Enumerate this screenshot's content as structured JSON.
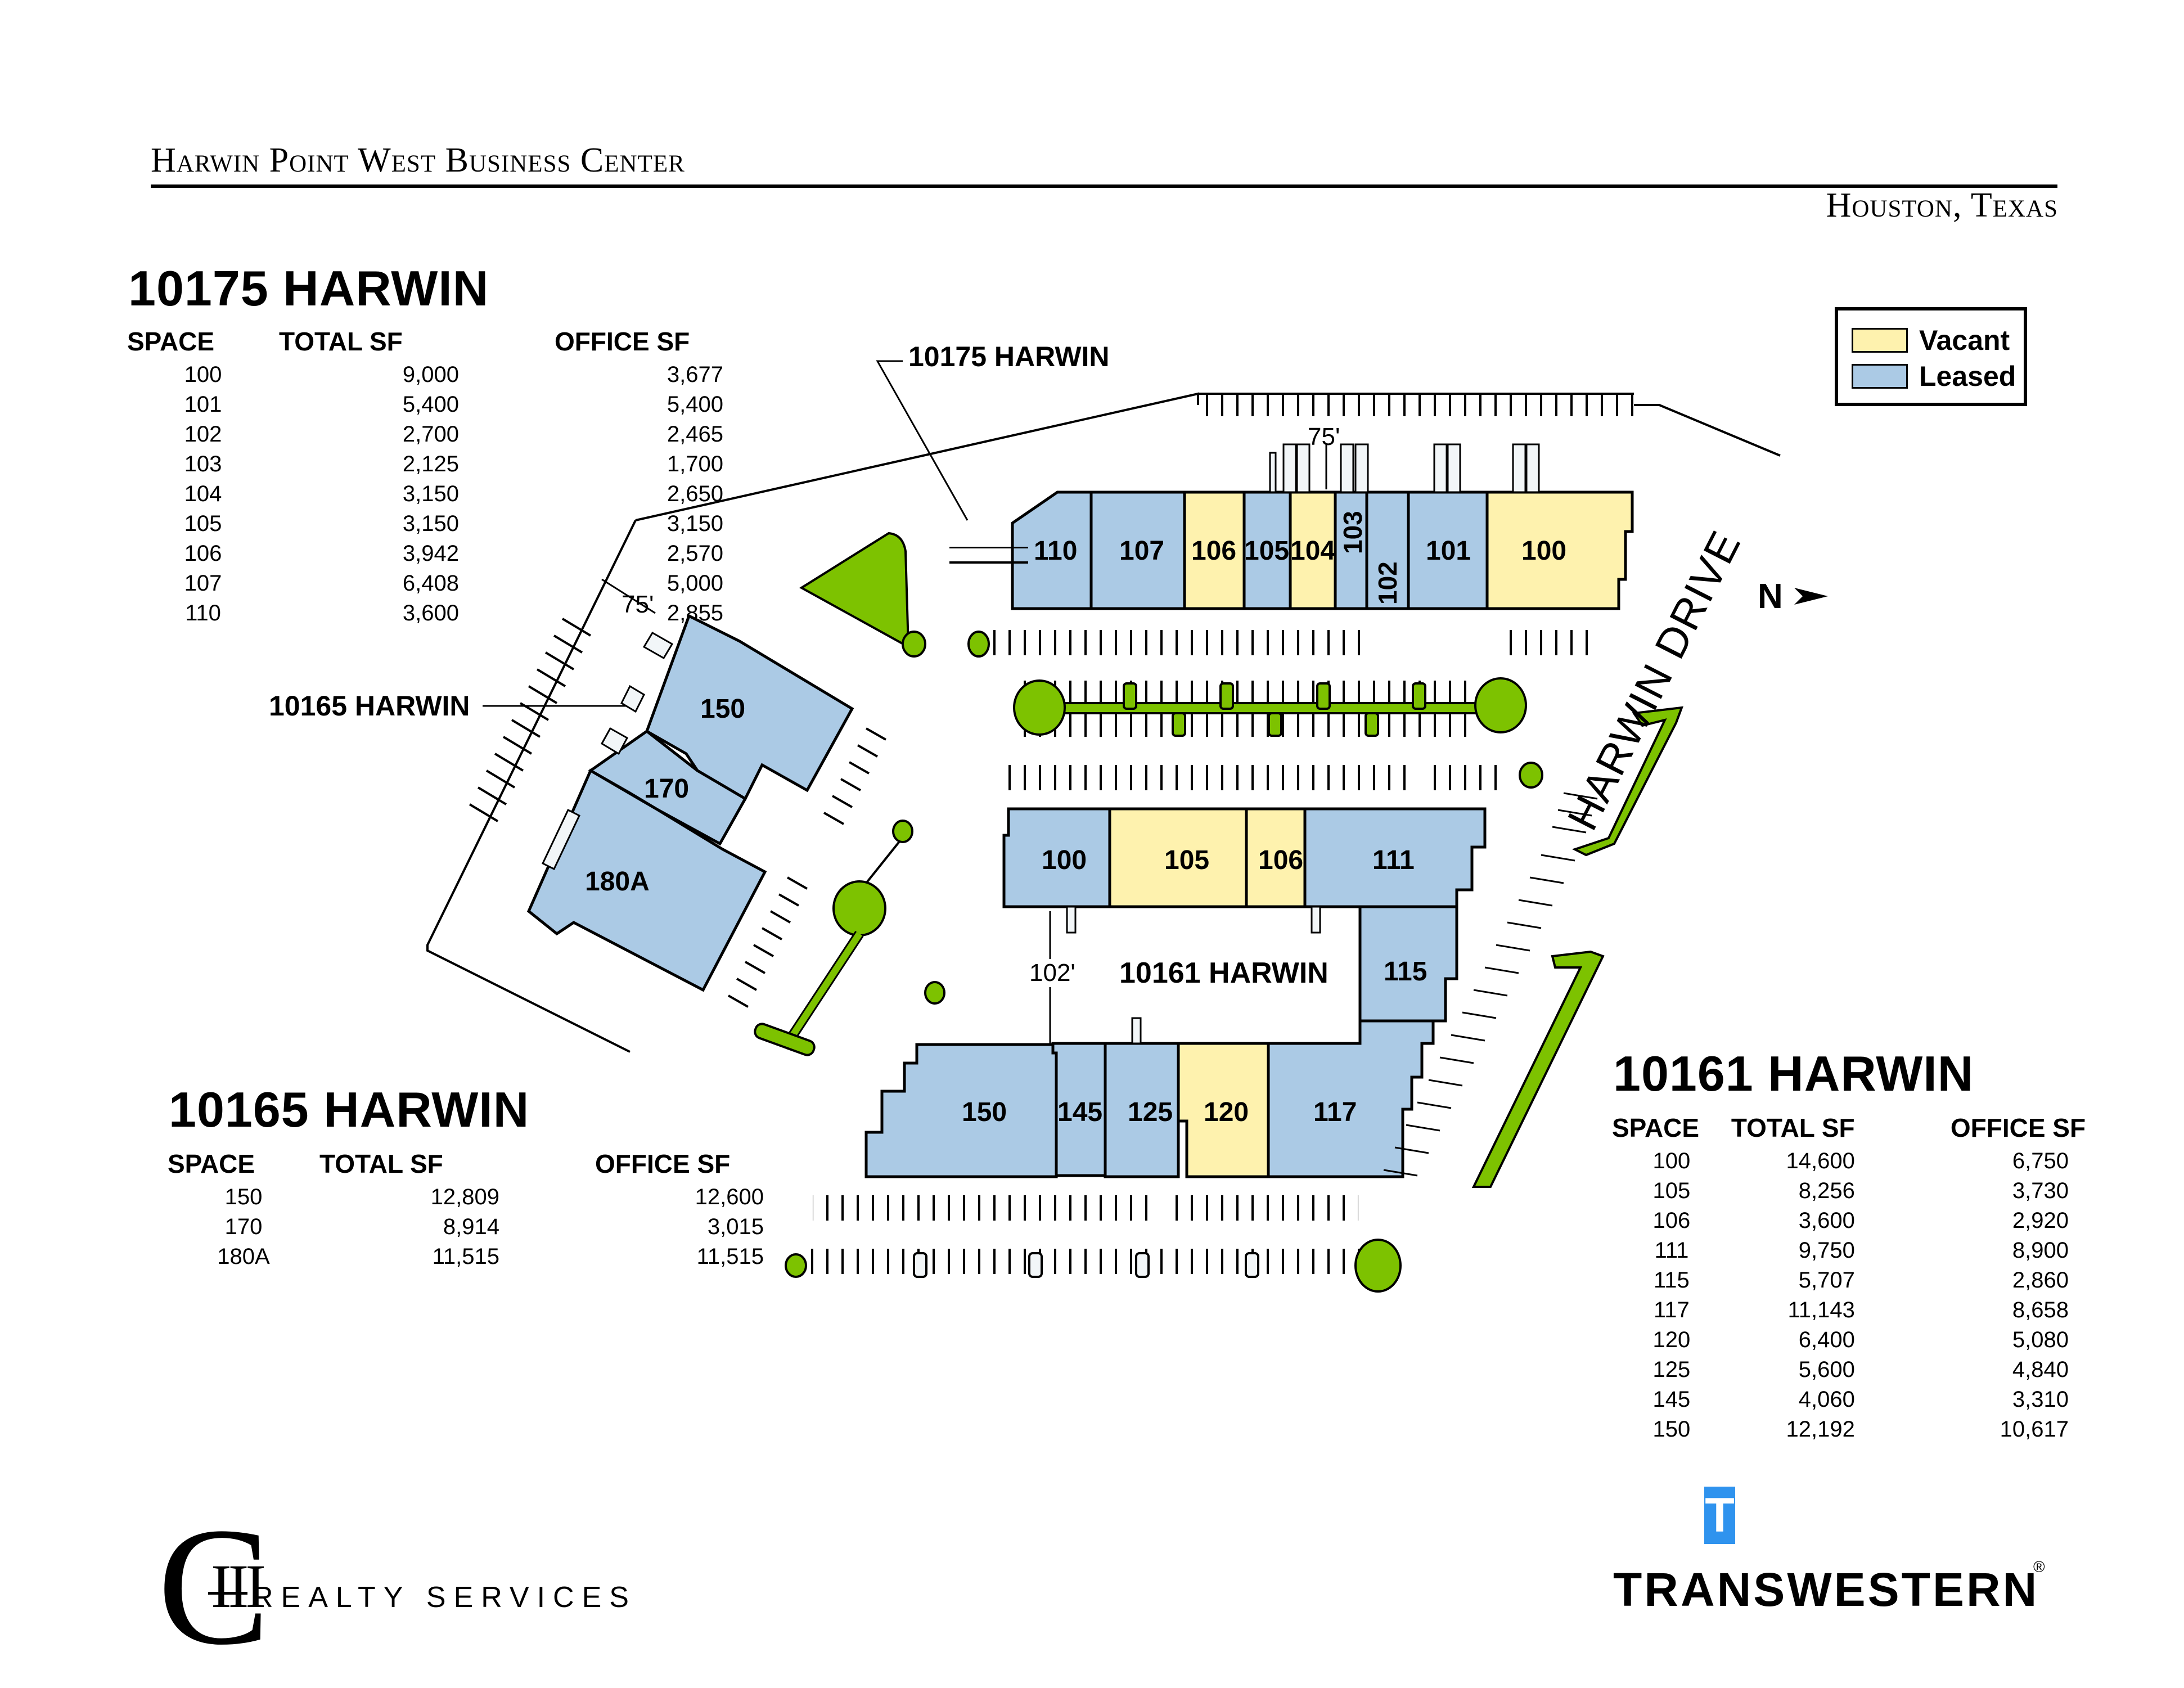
{
  "header": {
    "title": "Harwin Point West Business Center",
    "location": "Houston, Texas"
  },
  "legend": {
    "items": [
      {
        "label": "Vacant",
        "color": "#FEF2AE"
      },
      {
        "label": "Leased",
        "color": "#ABCAE5"
      }
    ]
  },
  "colors": {
    "vacant": "#FEF2AE",
    "leased": "#ABCAE5",
    "landscape": "#7DC200",
    "outline": "#000000",
    "brand_blue": "#2F93EE"
  },
  "tables": {
    "b10175": {
      "title": "10175 HARWIN",
      "headers": [
        "SPACE",
        "TOTAL SF",
        "OFFICE SF"
      ],
      "rows": [
        [
          "100",
          "9,000",
          "3,677"
        ],
        [
          "101",
          "5,400",
          "5,400"
        ],
        [
          "102",
          "2,700",
          "2,465"
        ],
        [
          "103",
          "2,125",
          "1,700"
        ],
        [
          "104",
          "3,150",
          "2,650"
        ],
        [
          "105",
          "3,150",
          "3,150"
        ],
        [
          "106",
          "3,942",
          "2,570"
        ],
        [
          "107",
          "6,408",
          "5,000"
        ],
        [
          "110",
          "3,600",
          "2,855"
        ]
      ]
    },
    "b10165": {
      "title": "10165 HARWIN",
      "headers": [
        "SPACE",
        "TOTAL SF",
        "OFFICE SF"
      ],
      "rows": [
        [
          "150",
          "12,809",
          "12,600"
        ],
        [
          "170",
          "8,914",
          "3,015"
        ],
        [
          "180A",
          "11,515",
          "11,515"
        ]
      ]
    },
    "b10161": {
      "title": "10161 HARWIN",
      "headers": [
        "SPACE",
        "TOTAL SF",
        "OFFICE SF"
      ],
      "rows": [
        [
          "100",
          "14,600",
          "6,750"
        ],
        [
          "105",
          "8,256",
          "3,730"
        ],
        [
          "106",
          "3,600",
          "2,920"
        ],
        [
          "111",
          "9,750",
          "8,900"
        ],
        [
          "115",
          "5,707",
          "2,860"
        ],
        [
          "117",
          "11,143",
          "8,658"
        ],
        [
          "120",
          "6,400",
          "5,080"
        ],
        [
          "125",
          "5,600",
          "4,840"
        ],
        [
          "145",
          "4,060",
          "3,310"
        ],
        [
          "150",
          "12,192",
          "10,617"
        ]
      ]
    }
  },
  "siteplan": {
    "labels": {
      "b10175": "10175  HARWIN",
      "b10165": "10165  HARWIN",
      "b10161": "10161  HARWIN",
      "street": "HARWIN DRIVE",
      "north": "N",
      "dim_75_top": "75'",
      "dim_75_left": "75'",
      "dim_102": "102'"
    },
    "b10175_units": [
      {
        "id": "110",
        "status": "leased"
      },
      {
        "id": "107",
        "status": "leased"
      },
      {
        "id": "106",
        "status": "vacant"
      },
      {
        "id": "105",
        "status": "leased"
      },
      {
        "id": "104",
        "status": "vacant"
      },
      {
        "id": "103",
        "status": "leased"
      },
      {
        "id": "102",
        "status": "leased"
      },
      {
        "id": "101",
        "status": "leased"
      },
      {
        "id": "100",
        "status": "vacant"
      }
    ],
    "b10165_units": [
      {
        "id": "150",
        "status": "leased"
      },
      {
        "id": "170",
        "status": "leased"
      },
      {
        "id": "180A",
        "status": "leased"
      }
    ],
    "b10161_units": [
      {
        "id": "100",
        "status": "leased"
      },
      {
        "id": "105",
        "status": "vacant"
      },
      {
        "id": "106",
        "status": "vacant"
      },
      {
        "id": "111",
        "status": "leased"
      },
      {
        "id": "115",
        "status": "leased"
      },
      {
        "id": "117",
        "status": "leased"
      },
      {
        "id": "120",
        "status": "vacant"
      },
      {
        "id": "125",
        "status": "leased"
      },
      {
        "id": "145",
        "status": "leased"
      },
      {
        "id": "150",
        "status": "leased"
      }
    ]
  },
  "logos": {
    "left": {
      "monogram": "C",
      "mark": "III",
      "text": "REALTY SERVICES"
    },
    "right": {
      "text": "TRANSWESTERN",
      "trademark": "®",
      "icon": "T"
    }
  }
}
